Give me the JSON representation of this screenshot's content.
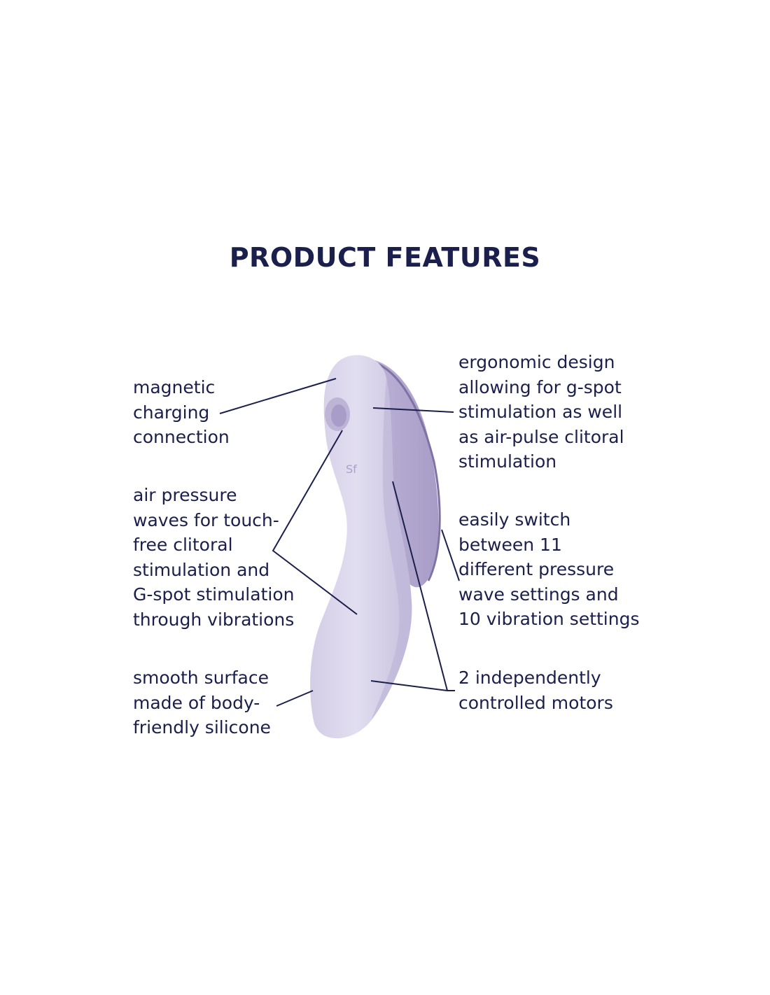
{
  "title": "PRODUCT FEATURES",
  "colors": {
    "text": "#1b1f4b",
    "product_light": "#ddd9ec",
    "product_mid": "#cfc9e3",
    "product_shadow": "#b7aed3",
    "product_back": "#9d92bf"
  },
  "features": {
    "magnetic": [
      "magnetic",
      "charging",
      "connection"
    ],
    "air": [
      "air pressure",
      "waves for touch-",
      "free clitoral",
      "stimulation and",
      "G-spot stimulation",
      "through vibrations"
    ],
    "smooth": [
      "smooth surface",
      "made of body-",
      "friendly silicone"
    ],
    "ergonomic": [
      "ergonomic design",
      "allowing for g-spot",
      "stimulation as well",
      "as air-pulse clitoral",
      "stimulation"
    ],
    "switch": [
      "easily switch",
      "between 11",
      "different pressure",
      "wave settings and",
      "10 vibration settings"
    ],
    "motors": [
      "2 independently",
      "controlled motors"
    ]
  }
}
